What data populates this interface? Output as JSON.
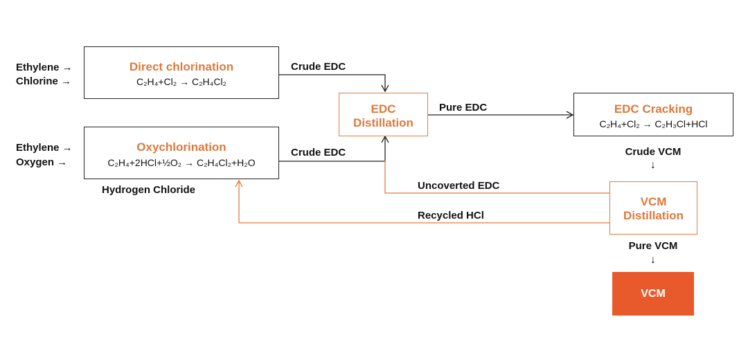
{
  "colors": {
    "accent": "#e0783a",
    "vcm_fill": "#e85a2c",
    "line": "#222222"
  },
  "feeds": {
    "ethylene_1": "Ethylene →",
    "chlorine": "Chlorine →",
    "ethylene_2": "Ethylene →",
    "oxygen": "Oxygen  →"
  },
  "boxes": {
    "direct_chlorination": {
      "title": "Direct chlorination",
      "formula": "C₂H₄+Cl₂ → C₂H₄Cl₂"
    },
    "oxychlorination": {
      "title": "Oxychlorination",
      "formula": "C₂H₄+2HCl+½O₂ → C₂H₄Cl₂+H₂O"
    },
    "edc_distillation": {
      "title_line1": "EDC",
      "title_line2": "Distillation"
    },
    "edc_cracking": {
      "title": "EDC Cracking",
      "formula": "C₂H₄+Cl₂ → C₂H₃Cl+HCl"
    },
    "vcm_distillation": {
      "title_line1": "VCM",
      "title_line2": "Distillation"
    },
    "vcm_product": {
      "title": "VCM"
    }
  },
  "flows": {
    "crude_edc_1": "Crude EDC",
    "crude_edc_2": "Crude EDC",
    "pure_edc": "Pure EDC",
    "crude_vcm": "Crude VCM",
    "uncoverted_edc": "Uncoverted EDC",
    "recycled_hcl": "Recycled HCl",
    "pure_vcm": "Pure VCM",
    "hydrogen_chloride": "Hydrogen Chloride"
  },
  "arrows": {
    "down": "↓"
  }
}
